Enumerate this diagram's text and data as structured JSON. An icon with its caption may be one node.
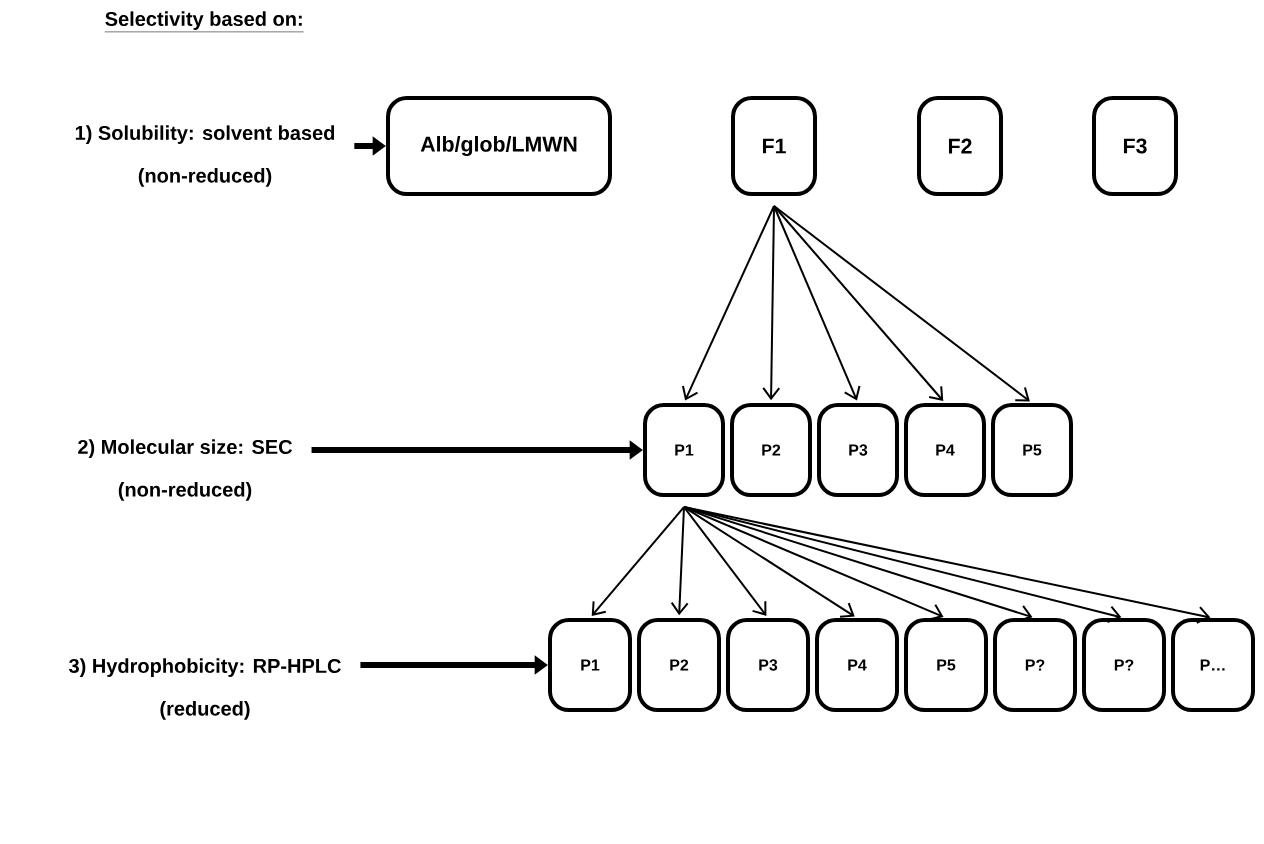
{
  "diagram": {
    "title": "Selectivity based on:",
    "nodes": [
      {
        "text": [
          "1) Solubility: solvent based",
          "(non-reduced)"
        ]
      },
      {
        "text": [
          "Alb/glob/LMWN"
        ]
      },
      {
        "text": [
          "F1"
        ]
      },
      {
        "text": [
          "F2"
        ]
      },
      {
        "text": [
          "F3"
        ]
      },
      {
        "text": [
          "2) Molecular size: SEC",
          "(non-reduced)"
        ]
      },
      {
        "text": [
          "P1"
        ]
      },
      {
        "text": [
          "P2"
        ]
      },
      {
        "text": [
          "P3"
        ]
      },
      {
        "text": [
          "P4"
        ]
      },
      {
        "text": [
          "P5"
        ]
      },
      {
        "text": [
          "3) Hydrophobicity: RP-HPLC",
          "(reduced)"
        ]
      },
      {
        "text": [
          "P1"
        ]
      },
      {
        "text": [
          "P2"
        ]
      },
      {
        "text": [
          "P3"
        ]
      },
      {
        "text": [
          "P4"
        ]
      },
      {
        "text": [
          "P5"
        ]
      },
      {
        "text": [
          "P?"
        ]
      },
      {
        "text": [
          "P?"
        ]
      },
      {
        "text": [
          "P…"
        ]
      }
    ],
    "edges": [
      {
        "from": 0,
        "to": 1,
        "arrow": "to",
        "style": "thick"
      },
      {
        "from": 2,
        "to": 6,
        "arrow": "to"
      },
      {
        "from": 2,
        "to": 7,
        "arrow": "to"
      },
      {
        "from": 2,
        "to": 8,
        "arrow": "to"
      },
      {
        "from": 2,
        "to": 9,
        "arrow": "to"
      },
      {
        "from": 2,
        "to": 10,
        "arrow": "to"
      },
      {
        "from": 5,
        "to": 6,
        "arrow": "to",
        "style": "thick"
      },
      {
        "from": 6,
        "to": 12,
        "arrow": "to"
      },
      {
        "from": 6,
        "to": 13,
        "arrow": "to"
      },
      {
        "from": 6,
        "to": 14,
        "arrow": "to"
      },
      {
        "from": 6,
        "to": 15,
        "arrow": "to"
      },
      {
        "from": 6,
        "to": 16,
        "arrow": "to"
      },
      {
        "from": 6,
        "to": 17,
        "arrow": "to"
      },
      {
        "from": 6,
        "to": 18,
        "arrow": "to"
      },
      {
        "from": 6,
        "to": 19,
        "arrow": "to"
      },
      {
        "from": 11,
        "to": 12,
        "arrow": "to",
        "style": "thick"
      }
    ]
  }
}
